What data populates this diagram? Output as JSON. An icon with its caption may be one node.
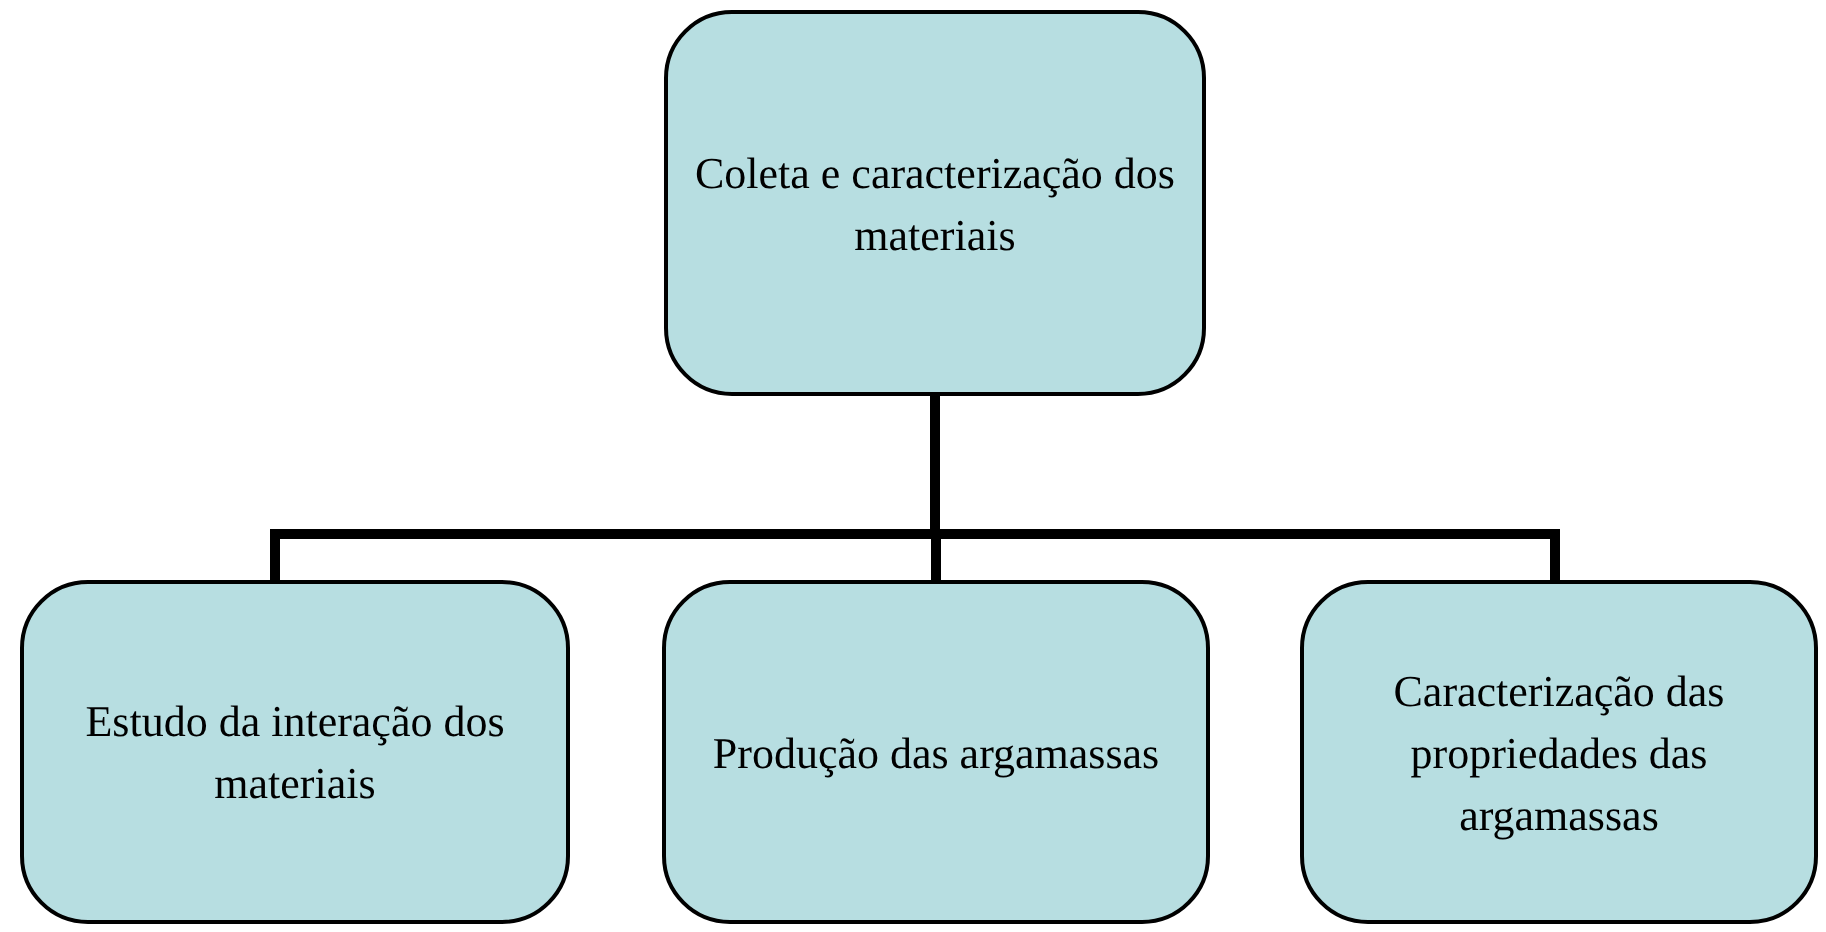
{
  "diagram": {
    "nodes": [
      {
        "text": [
          "Coleta e caracterização dos materiais"
        ]
      },
      {
        "text": [
          "Estudo da interação dos materiais"
        ]
      },
      {
        "text": [
          "Produção das argamassas"
        ]
      },
      {
        "text": [
          "Caracterização das propriedades das argamassas"
        ]
      }
    ],
    "edges": [
      {
        "from": 0,
        "to": 1,
        "arrow": "none"
      },
      {
        "from": 0,
        "to": 2,
        "arrow": "none"
      },
      {
        "from": 0,
        "to": 3,
        "arrow": "none"
      }
    ]
  }
}
